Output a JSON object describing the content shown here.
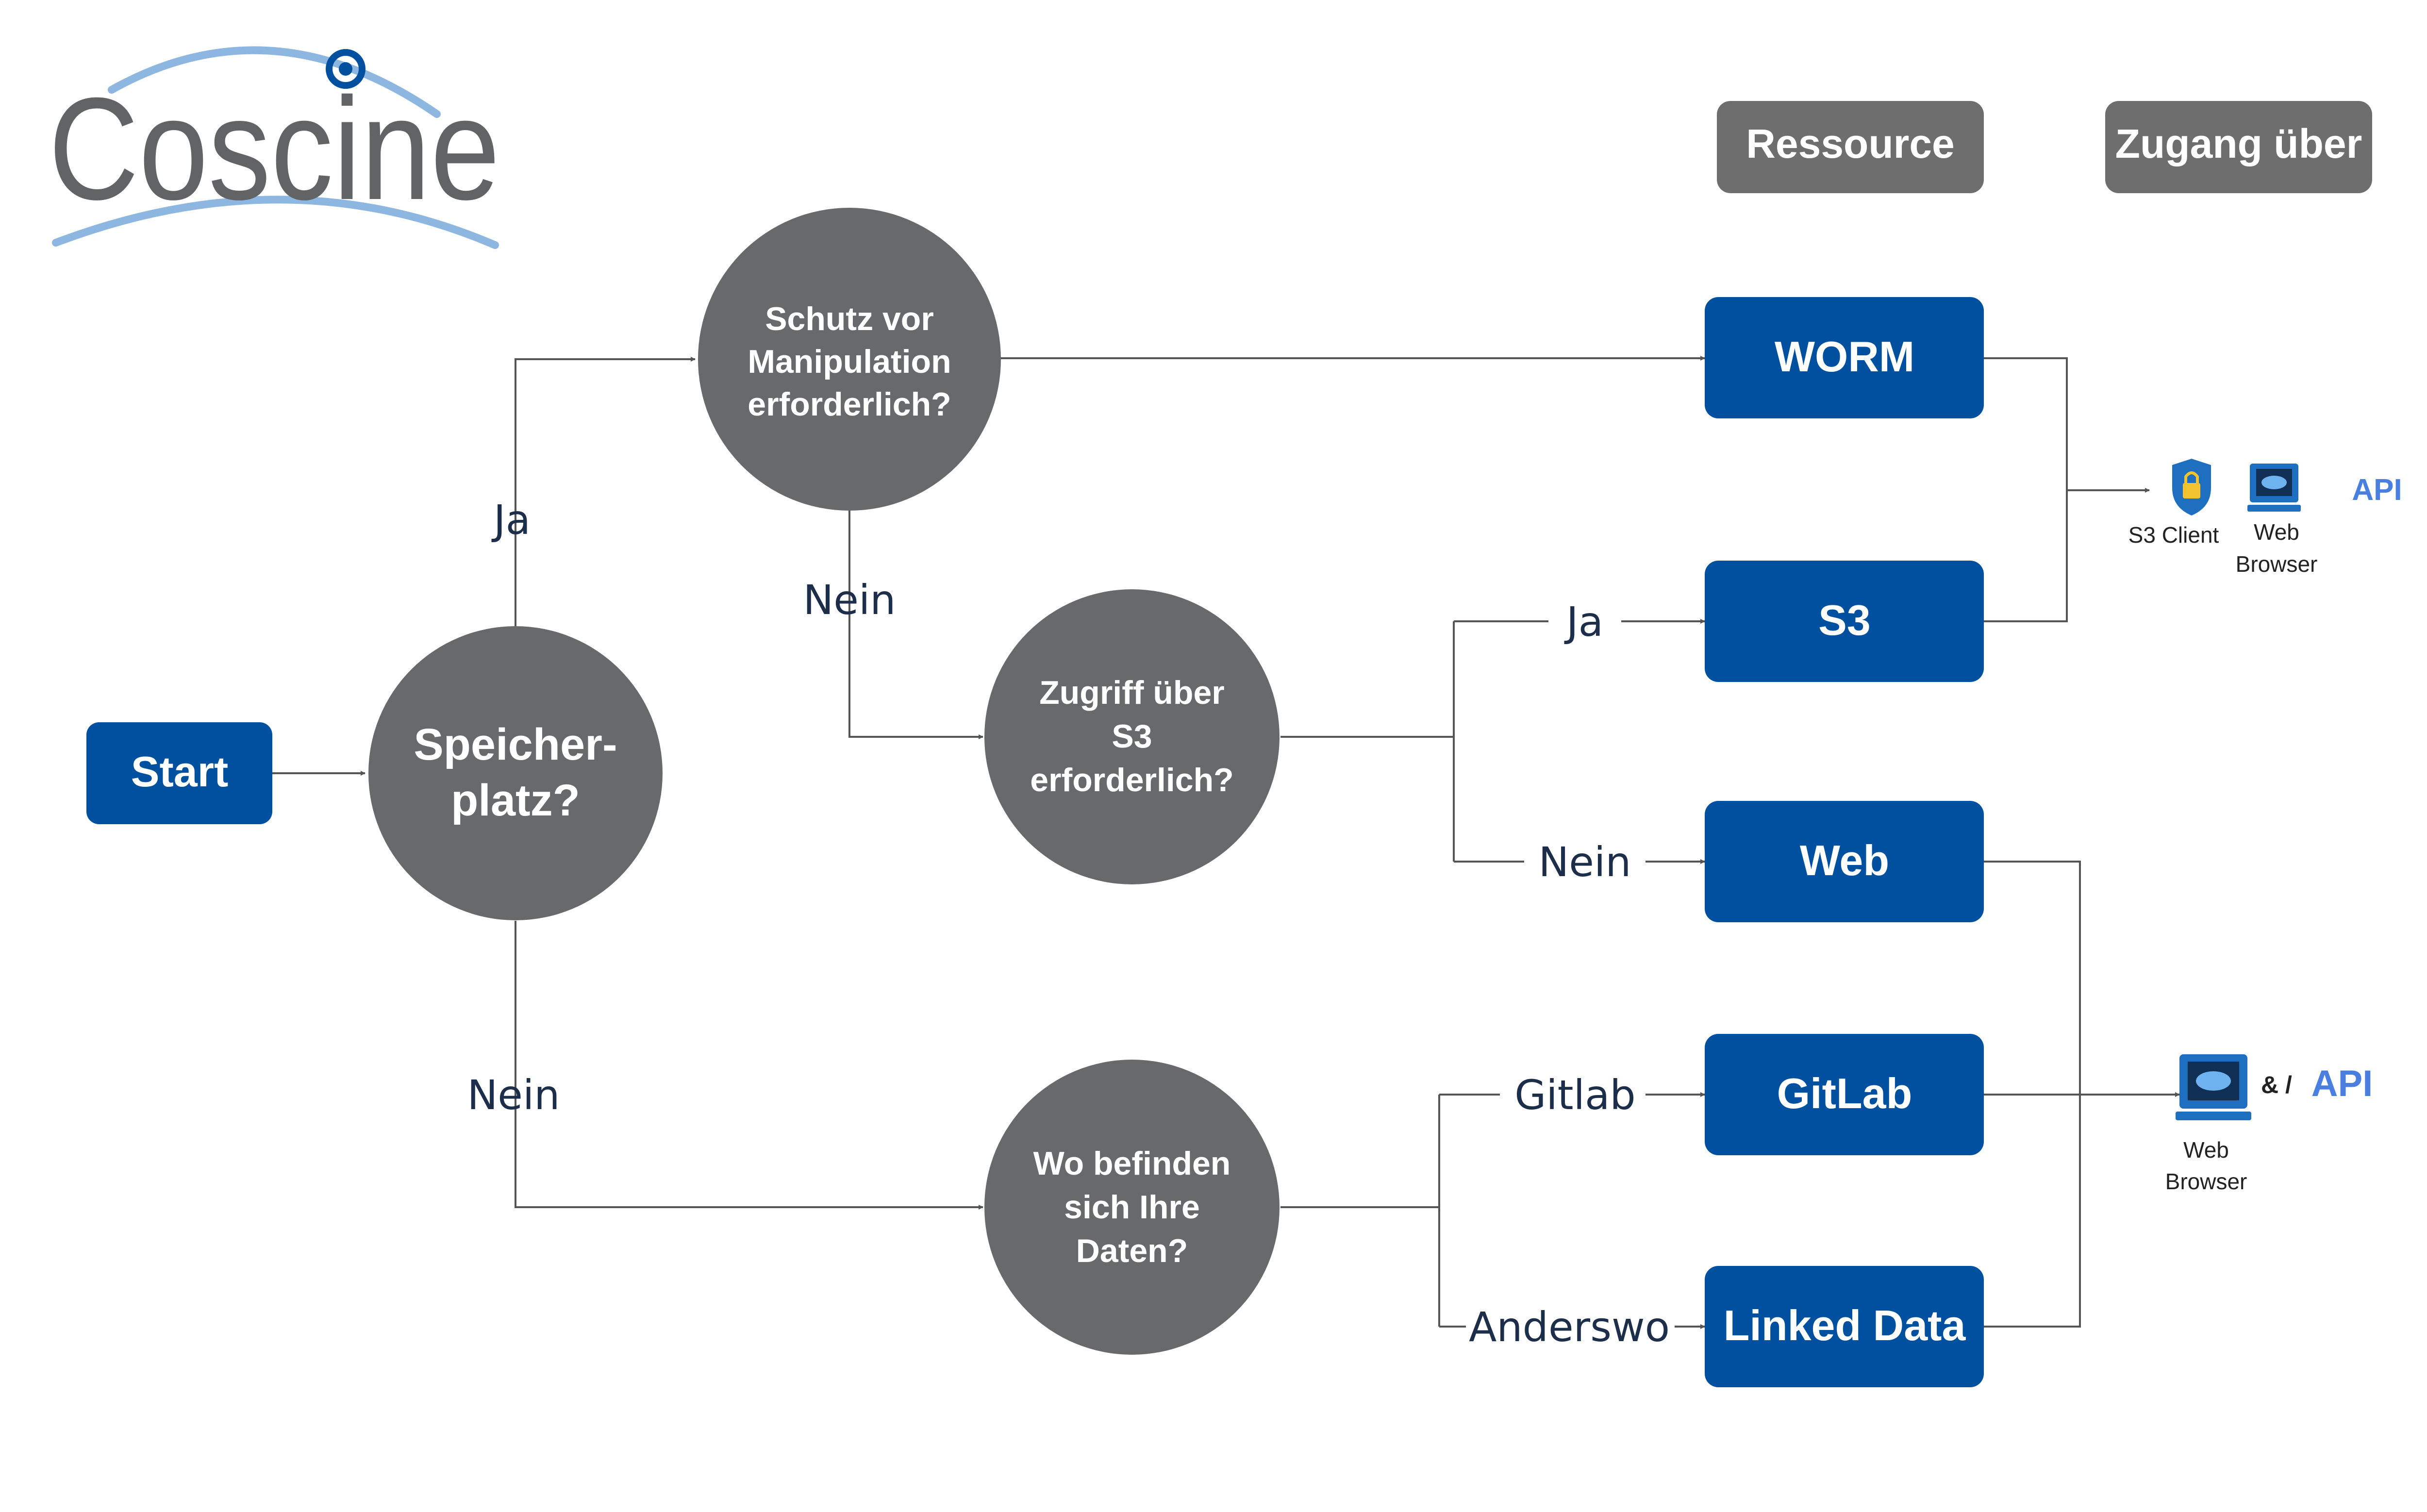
{
  "logo": {
    "text": "Coscine"
  },
  "headers": {
    "resource": "Ressource",
    "access": "Zugang über"
  },
  "start": {
    "label": "Start"
  },
  "decisions": {
    "storage": [
      "Speicher-",
      "platz?"
    ],
    "manipulation": [
      "Schutz vor",
      "Manipulation",
      "erforderlich?"
    ],
    "s3_access": [
      "Zugriff über",
      "S3",
      "erforderlich?"
    ],
    "data_location": [
      "Wo befinden",
      "sich Ihre",
      "Daten?"
    ]
  },
  "edge_labels": {
    "storage_yes": "Ja",
    "storage_no": "Nein",
    "manipulation_no": "Nein",
    "s3_yes": "Ja",
    "s3_no": "Nein",
    "location_gitlab": "Gitlab",
    "location_elsewhere": "Anderswo"
  },
  "resources": {
    "worm": "WORM",
    "s3": "S3",
    "web": "Web",
    "gitlab": "GitLab",
    "linked_data": "Linked Data"
  },
  "access_s3": {
    "s3_client": "S3 Client",
    "web_browser": [
      "Web",
      "Browser"
    ],
    "api": "API"
  },
  "access_web": {
    "web_browser": [
      "Web",
      "Browser"
    ],
    "separator": "& /",
    "api": "API"
  },
  "colors": {
    "resource_blue": "#0050A0",
    "decision_gray": "#68696B",
    "header_gray": "#6E6E6E",
    "label_navy": "#1C2E4A",
    "logo_arc": "#8DB6E0",
    "logo_text": "#616365"
  }
}
